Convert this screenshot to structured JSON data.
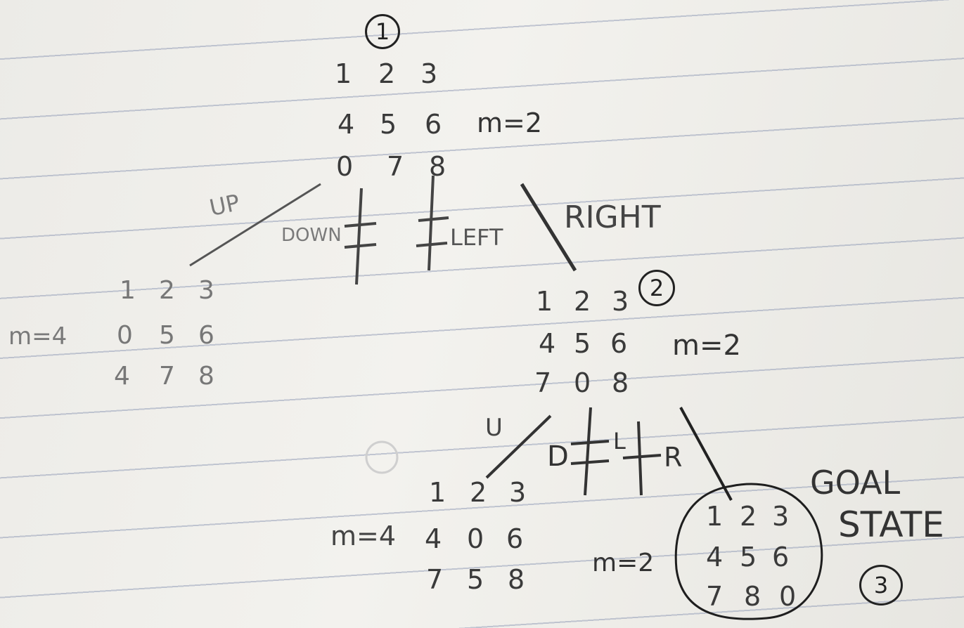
{
  "node1": {
    "number": "1",
    "rows": [
      [
        "1",
        "2",
        "3"
      ],
      [
        "4",
        "5",
        "6"
      ],
      [
        "0",
        "7",
        "8"
      ]
    ],
    "m": "m=2"
  },
  "branches1": {
    "up": "UP",
    "down": "DOWN",
    "left": "LEFT",
    "right": "RIGHT"
  },
  "node_up": {
    "m": "m=4",
    "rows": [
      [
        "1",
        "2",
        "3"
      ],
      [
        "0",
        "5",
        "6"
      ],
      [
        "4",
        "7",
        "8"
      ]
    ]
  },
  "node2": {
    "number": "2",
    "rows": [
      [
        "1",
        "2",
        "3"
      ],
      [
        "4",
        "5",
        "6"
      ],
      [
        "7",
        "0",
        "8"
      ]
    ],
    "m": "m=2"
  },
  "branches2": {
    "up": "U",
    "down": "D",
    "left": "L",
    "right": "R"
  },
  "node_u": {
    "m": "m=4",
    "rows": [
      [
        "1",
        "2",
        "3"
      ],
      [
        "4",
        "0",
        "6"
      ],
      [
        "7",
        "5",
        "8"
      ]
    ]
  },
  "goal": {
    "m": "m=2",
    "rows": [
      [
        "1",
        "2",
        "3"
      ],
      [
        "4",
        "5",
        "6"
      ],
      [
        "7",
        "8",
        "0"
      ]
    ],
    "label_line1": "GOAL",
    "label_line2": "STATE",
    "number": "3"
  }
}
